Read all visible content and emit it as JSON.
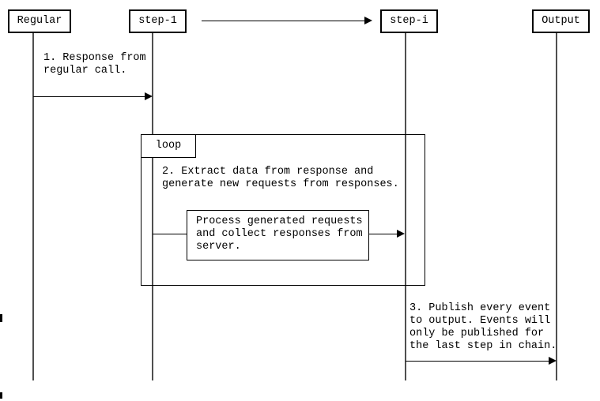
{
  "diagram": {
    "type": "sequence-diagram",
    "participants": [
      {
        "id": "regular",
        "label": "Regular"
      },
      {
        "id": "step-1",
        "label": "step-1"
      },
      {
        "id": "step-i",
        "label": "step-i"
      },
      {
        "id": "output",
        "label": "Output"
      }
    ],
    "loop": {
      "label": "loop"
    },
    "messages": {
      "msg1": "1. Response from\nregular call.",
      "msg2": "2. Extract data from response and\ngenerate new requests from responses.",
      "process": "Process generated requests\nand collect responses from\nserver.",
      "msg3": "3. Publish every event\nto output. Events will\nonly be published for\nthe last step in chain."
    },
    "colors": {
      "background": "#ffffff",
      "text": "#000000",
      "box_border": "#000000",
      "lifeline": "#4f4f4f",
      "arrow": "#000000"
    }
  }
}
